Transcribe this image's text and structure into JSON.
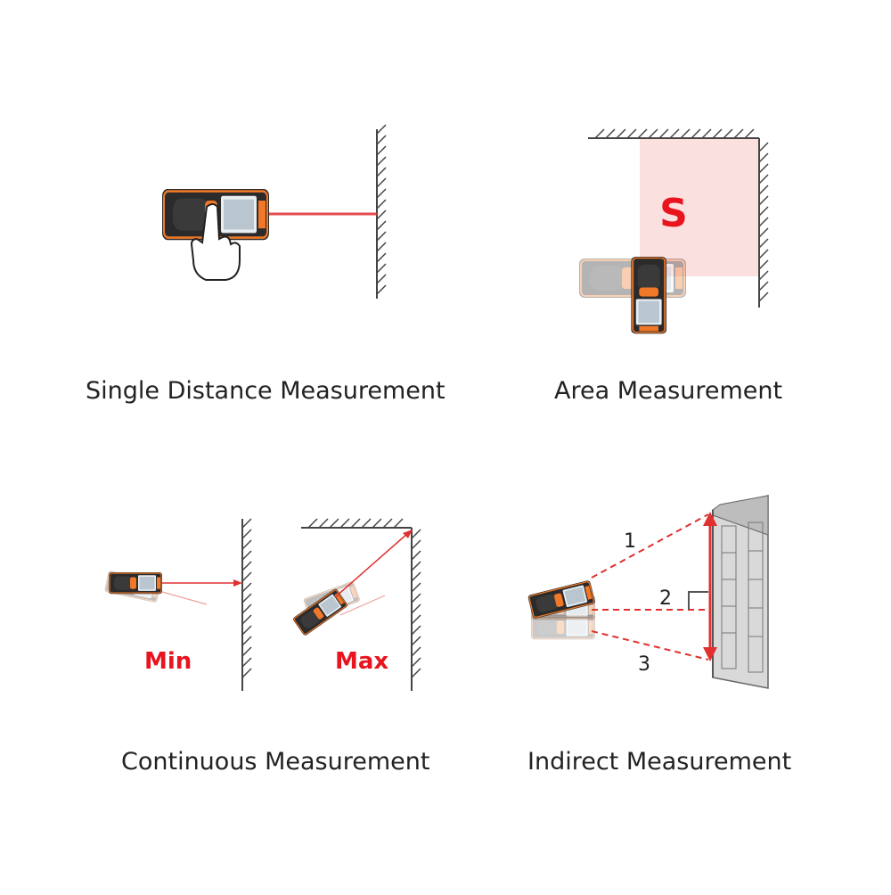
{
  "panels": {
    "single": {
      "caption": "Single Distance Measurement"
    },
    "area": {
      "caption": "Area Measurement",
      "area_symbol": "S"
    },
    "continuous": {
      "caption": "Continuous Measurement",
      "min_label": "Min",
      "max_label": "Max"
    },
    "indirect": {
      "caption": "Indirect Measurement",
      "step_1": "1",
      "step_2": "2",
      "step_3": "3"
    }
  },
  "icons": [
    "laser-meter-icon",
    "pointing-hand-icon",
    "wall-hatch-icon",
    "building-icon"
  ],
  "colors": {
    "laser_red": "#e03030",
    "label_red": "#e8141e",
    "device_orange": "#f07828",
    "device_body": "#2b2b2b",
    "area_fill": "#fbe0e0",
    "text": "#222222"
  }
}
